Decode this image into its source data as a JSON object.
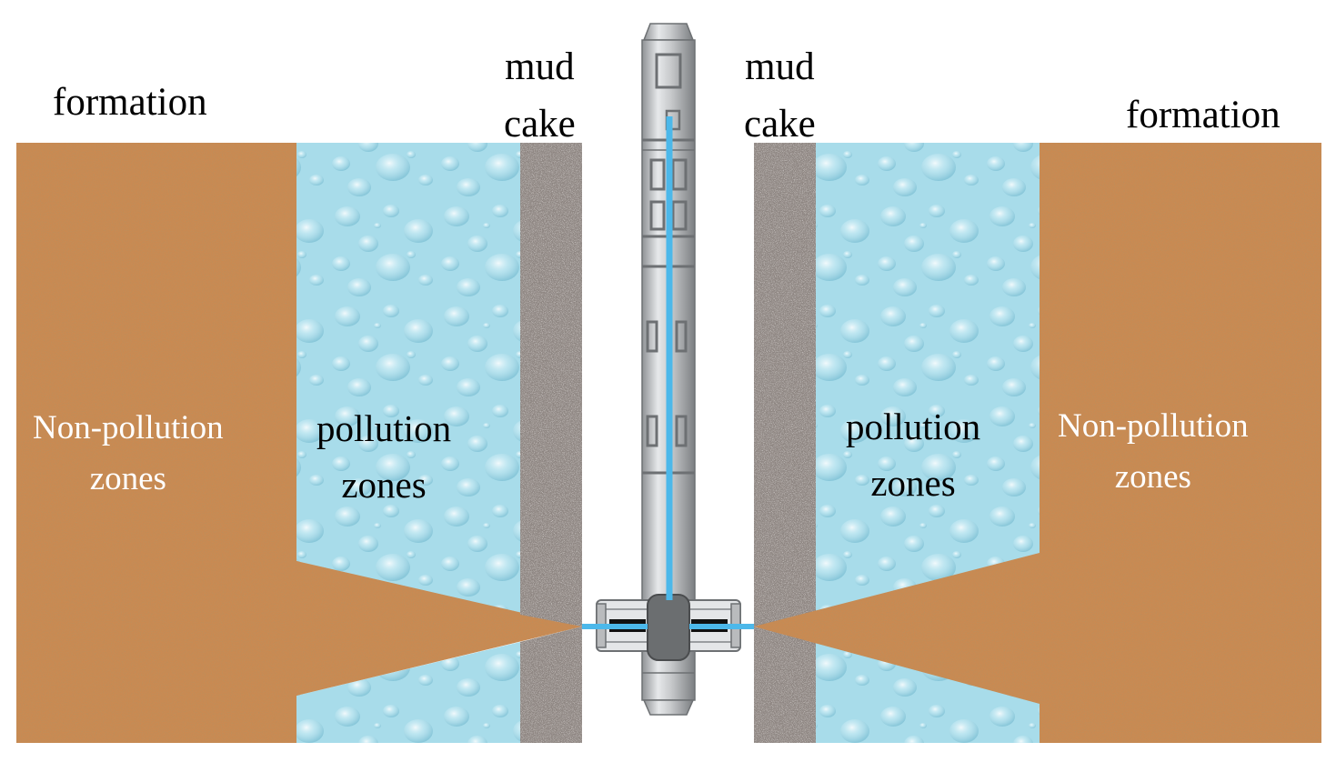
{
  "labels": {
    "formation_left": "formation",
    "formation_right": "formation",
    "mud_cake_left": {
      "line1": "mud",
      "line2": "cake"
    },
    "mud_cake_right": {
      "line1": "mud",
      "line2": "cake"
    },
    "pollution_left": {
      "line1": "pollution",
      "line2": "zones"
    },
    "pollution_right": {
      "line1": "pollution",
      "line2": "zones"
    },
    "non_pollution_left": {
      "line1": "Non-pollution",
      "line2": "zones"
    },
    "non_pollution_right": {
      "line1": "Non-pollution",
      "line2": "zones"
    }
  },
  "colors": {
    "formation": "#c98a52",
    "pollution": "#a8dcea",
    "mud_cake": "#8e8682",
    "tool_body": "#c6c8ca",
    "flow_line": "#4cb8ea",
    "label_dark": "#000000",
    "label_light": "#ffffff"
  },
  "icons": {
    "logging_tool": "formation-tester-icon"
  }
}
